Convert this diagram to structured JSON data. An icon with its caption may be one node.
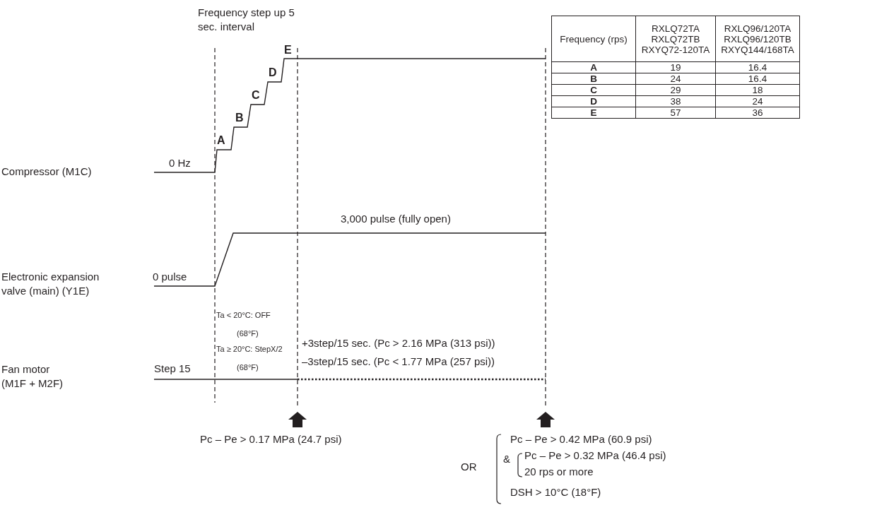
{
  "diagram": {
    "labels": [
      "Frequency step up 5 sec. interval",
      "A",
      "B",
      "C",
      "D",
      "E",
      "0 Hz",
      "Compressor (M1C)",
      "Frequency (rps)",
      "RXLQ72TA RXLQ72TB RXYQ72-120TA",
      "RXLQ96/120TA RXLQ96/120TB RXYQ144/168TA",
      "A",
      "19",
      "16.4",
      "B",
      "24",
      "16.4",
      "C",
      "29",
      "18",
      "D",
      "38",
      "24",
      "E",
      "57",
      "36",
      "3,000 pulse (fully open)",
      "0 pulse",
      "Electronic expansion valve (main) (Y1E)",
      "Ta < 20°C: OFF",
      "(68°F)",
      "Ta ≥ 20°C: StepX/2",
      "(68°F)",
      "+3step/15 sec. (Pc > 2.16 MPa (313 psi))",
      "–3step/15 sec. (Pc < 1.77 MPa (257 psi))",
      "Step 15",
      "Fan motor (M1F + M2F)",
      "Pc – Pe > 0.17 MPa (24.7 psi)",
      "Pc – Pe > 0.42 MPa (60.9 psi)",
      "OR",
      "&",
      "Pc – Pe > 0.32 MPa (46.4 psi)",
      "20 rps or more",
      "DSH > 10°C (18°F)"
    ]
  }
}
